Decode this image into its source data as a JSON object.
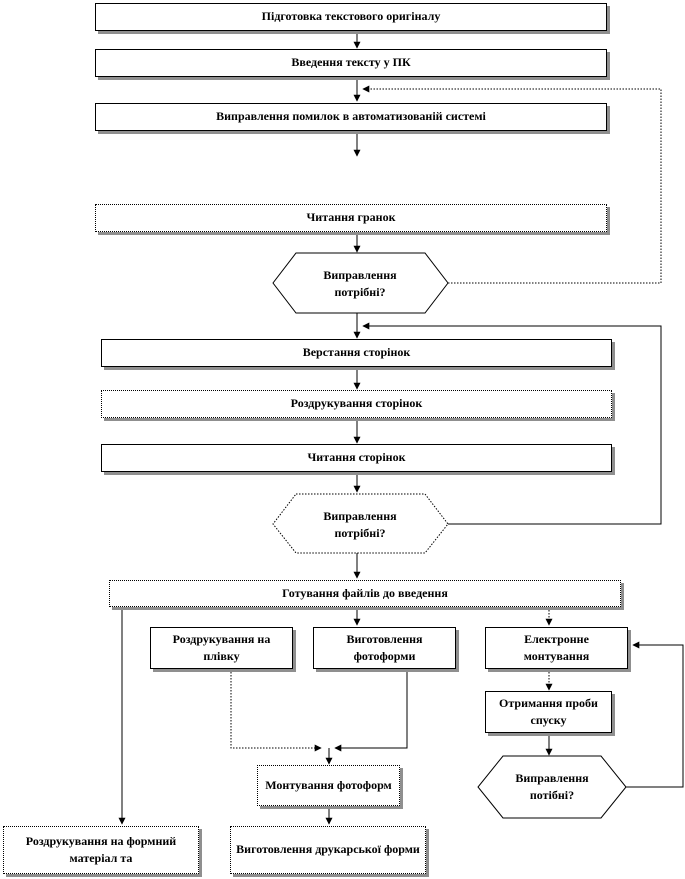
{
  "steps": {
    "s1": "Підготовка  текстового оригіналу",
    "s2": "Введення тексту у ПК",
    "s3": "Виправлення помилок в автоматизованій системі",
    "s4": "Читання гранок",
    "d1": "Виправлення потрібні?",
    "s5": "Верстання сторінок",
    "s6": "Роздрукування  сторінок",
    "s7": "Читання сторінок",
    "d2": "Виправлення потрібні?",
    "s8": "Готування файлів до введення",
    "s9": "Роздрукування на плівку",
    "s10": "Виготовлення фотоформи",
    "s11": "Електронне монтування",
    "s12": "Отримання проби спуску",
    "d3": "Виправлення потібні?",
    "s13": "Монтування фотоформ",
    "s14": "Роздрукування на формний матеріал та",
    "s15": "Виготовлення друкарської форми"
  }
}
